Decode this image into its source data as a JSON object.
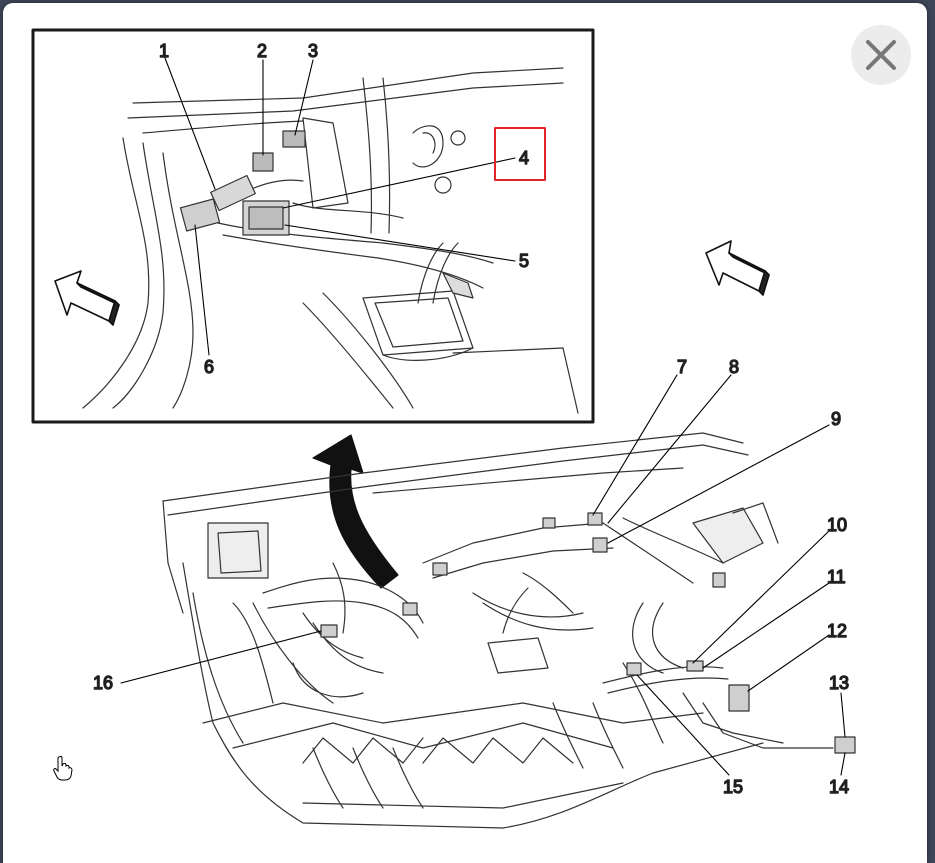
{
  "viewer": {
    "close_icon": "close-icon",
    "cursor_icon": "hand-pointer-icon"
  },
  "diagram": {
    "callouts": {
      "c1": "1",
      "c2": "2",
      "c3": "3",
      "c4": "4",
      "c5": "5",
      "c6": "6",
      "c7": "7",
      "c8": "8",
      "c9": "9",
      "c10": "10",
      "c11": "11",
      "c12": "12",
      "c13": "13",
      "c14": "14",
      "c15": "15",
      "c16": "16"
    },
    "highlighted_callout": "4",
    "highlight_color": "#e0242a",
    "inset_border_color": "#1a1a1a"
  }
}
